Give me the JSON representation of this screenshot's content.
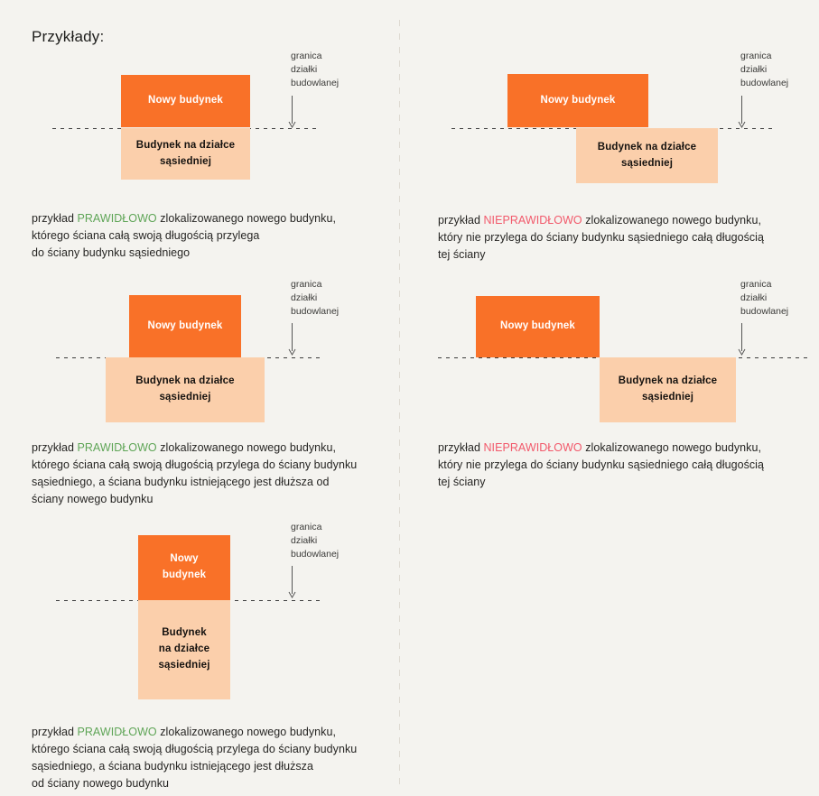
{
  "heading": "Przykłady:",
  "labels": {
    "boundary": "granica\ndziałki\nbudowlanej",
    "new_building": "Nowy budynek",
    "new_building_wrapped": "Nowy\nbudynek",
    "neighbour_building": "Budynek na działce\nsąsiedniej",
    "neighbour_building_wrapped": "Budynek\nna działce\nsąsiedniej"
  },
  "colors": {
    "background": "#f4f3ef",
    "new_building": "#f97128",
    "neighbour_building": "#fbcfab",
    "correct": "#5fa557",
    "incorrect": "#f2596b",
    "text": "#1d1d1b",
    "boundary_line": "#3c3c3c",
    "divider": "#ddd9d1"
  },
  "examples": [
    {
      "id": "left-1",
      "verdict": "PRAWIDŁOWO",
      "verdict_type": "correct",
      "caption_prefix": "przykład ",
      "caption_rest": " zlokalizowanego nowego budynku,\nktórego ściana całą swoją długością przylega\ndo ściany budynku sąsiedniego"
    },
    {
      "id": "right-1",
      "verdict": "NIEPRAWIDŁOWO",
      "verdict_type": "incorrect",
      "caption_prefix": "przykład ",
      "caption_rest": " zlokalizowanego nowego budynku,\nktóry nie przylega do ściany budynku sąsiedniego całą długością\ntej ściany"
    },
    {
      "id": "left-2",
      "verdict": "PRAWIDŁOWO",
      "verdict_type": "correct",
      "caption_prefix": "przykład ",
      "caption_rest": " zlokalizowanego nowego budynku,\nktórego ściana całą swoją długością przylega do ściany budynku\nsąsiedniego, a ściana budynku istniejącego jest dłuższa od\nściany nowego budynku"
    },
    {
      "id": "right-2",
      "verdict": "NIEPRAWIDŁOWO",
      "verdict_type": "incorrect",
      "caption_prefix": "przykład ",
      "caption_rest": " zlokalizowanego nowego budynku,\nktóry nie przylega do ściany budynku sąsiedniego całą długością\ntej ściany"
    },
    {
      "id": "left-3",
      "verdict": "PRAWIDŁOWO",
      "verdict_type": "correct",
      "caption_prefix": "przykład ",
      "caption_rest": " zlokalizowanego nowego budynku,\nktórego ściana całą swoją długością przylega do ściany budynku\nsąsiedniego, a ściana budynku istniejącego jest dłuższa\nod ściany nowego budynku"
    }
  ]
}
